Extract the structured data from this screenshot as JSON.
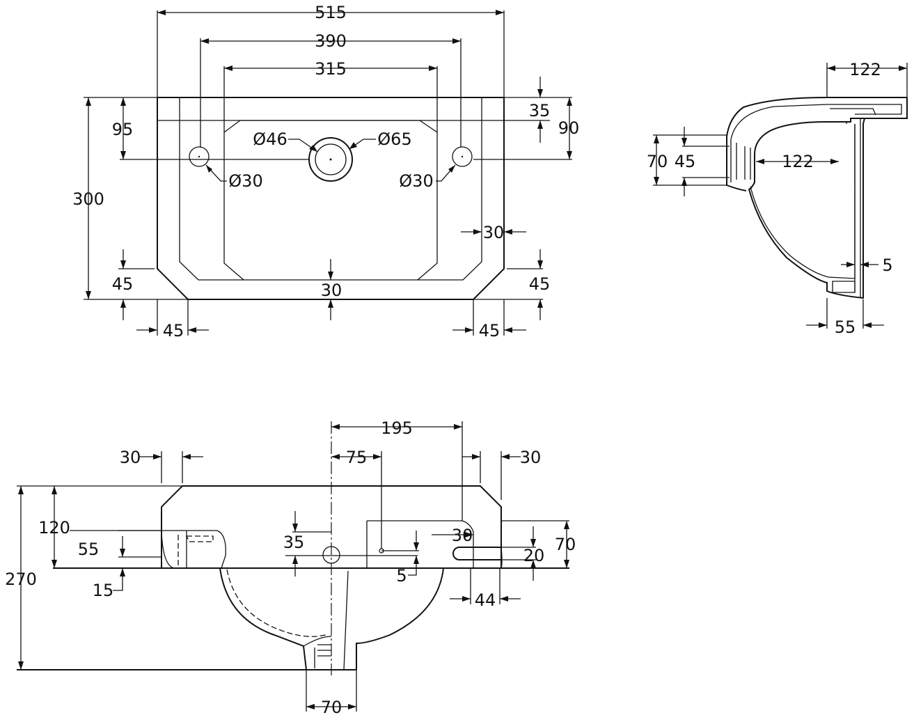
{
  "colors": {
    "line": "#111111",
    "background": "#ffffff"
  },
  "top_view": {
    "dimensions": {
      "overall_width": "515",
      "tap_hole_spacing": "390",
      "bowl_width": "315",
      "depth": "300",
      "centre_hole_offset": "95",
      "rim_depth": "35",
      "deck_depth": "90",
      "centre_hole_diameter": "Ø46",
      "centre_hole_outer_diameter": "Ø65",
      "left_tap_hole": "Ø30",
      "right_tap_hole": "Ø30",
      "side_wall": "30",
      "chamfer_left_height": "45",
      "chamfer_right_height": "45",
      "front_wall": "30",
      "chamfer_left_width": "45",
      "chamfer_right_width": "45"
    }
  },
  "side_view": {
    "dimensions": {
      "top_width": "122",
      "wall_width": "122",
      "outer_height": "70",
      "inner_height": "45",
      "wall_gap": "5",
      "bracket_width": "55"
    }
  },
  "front_view": {
    "dimensions": {
      "centre_to_tap": "195",
      "left_chamfer": "30",
      "right_chamfer": "30",
      "centre_to_overflow": "75",
      "front_height": "120",
      "tap_height": "55",
      "overall_height": "270",
      "base_offset": "15",
      "overflow_drop": "35",
      "overflow_diameter": "5",
      "slot_width": "30",
      "slot_height": "20",
      "back_height": "70",
      "slot_offset": "44",
      "waste_width": "70"
    }
  }
}
